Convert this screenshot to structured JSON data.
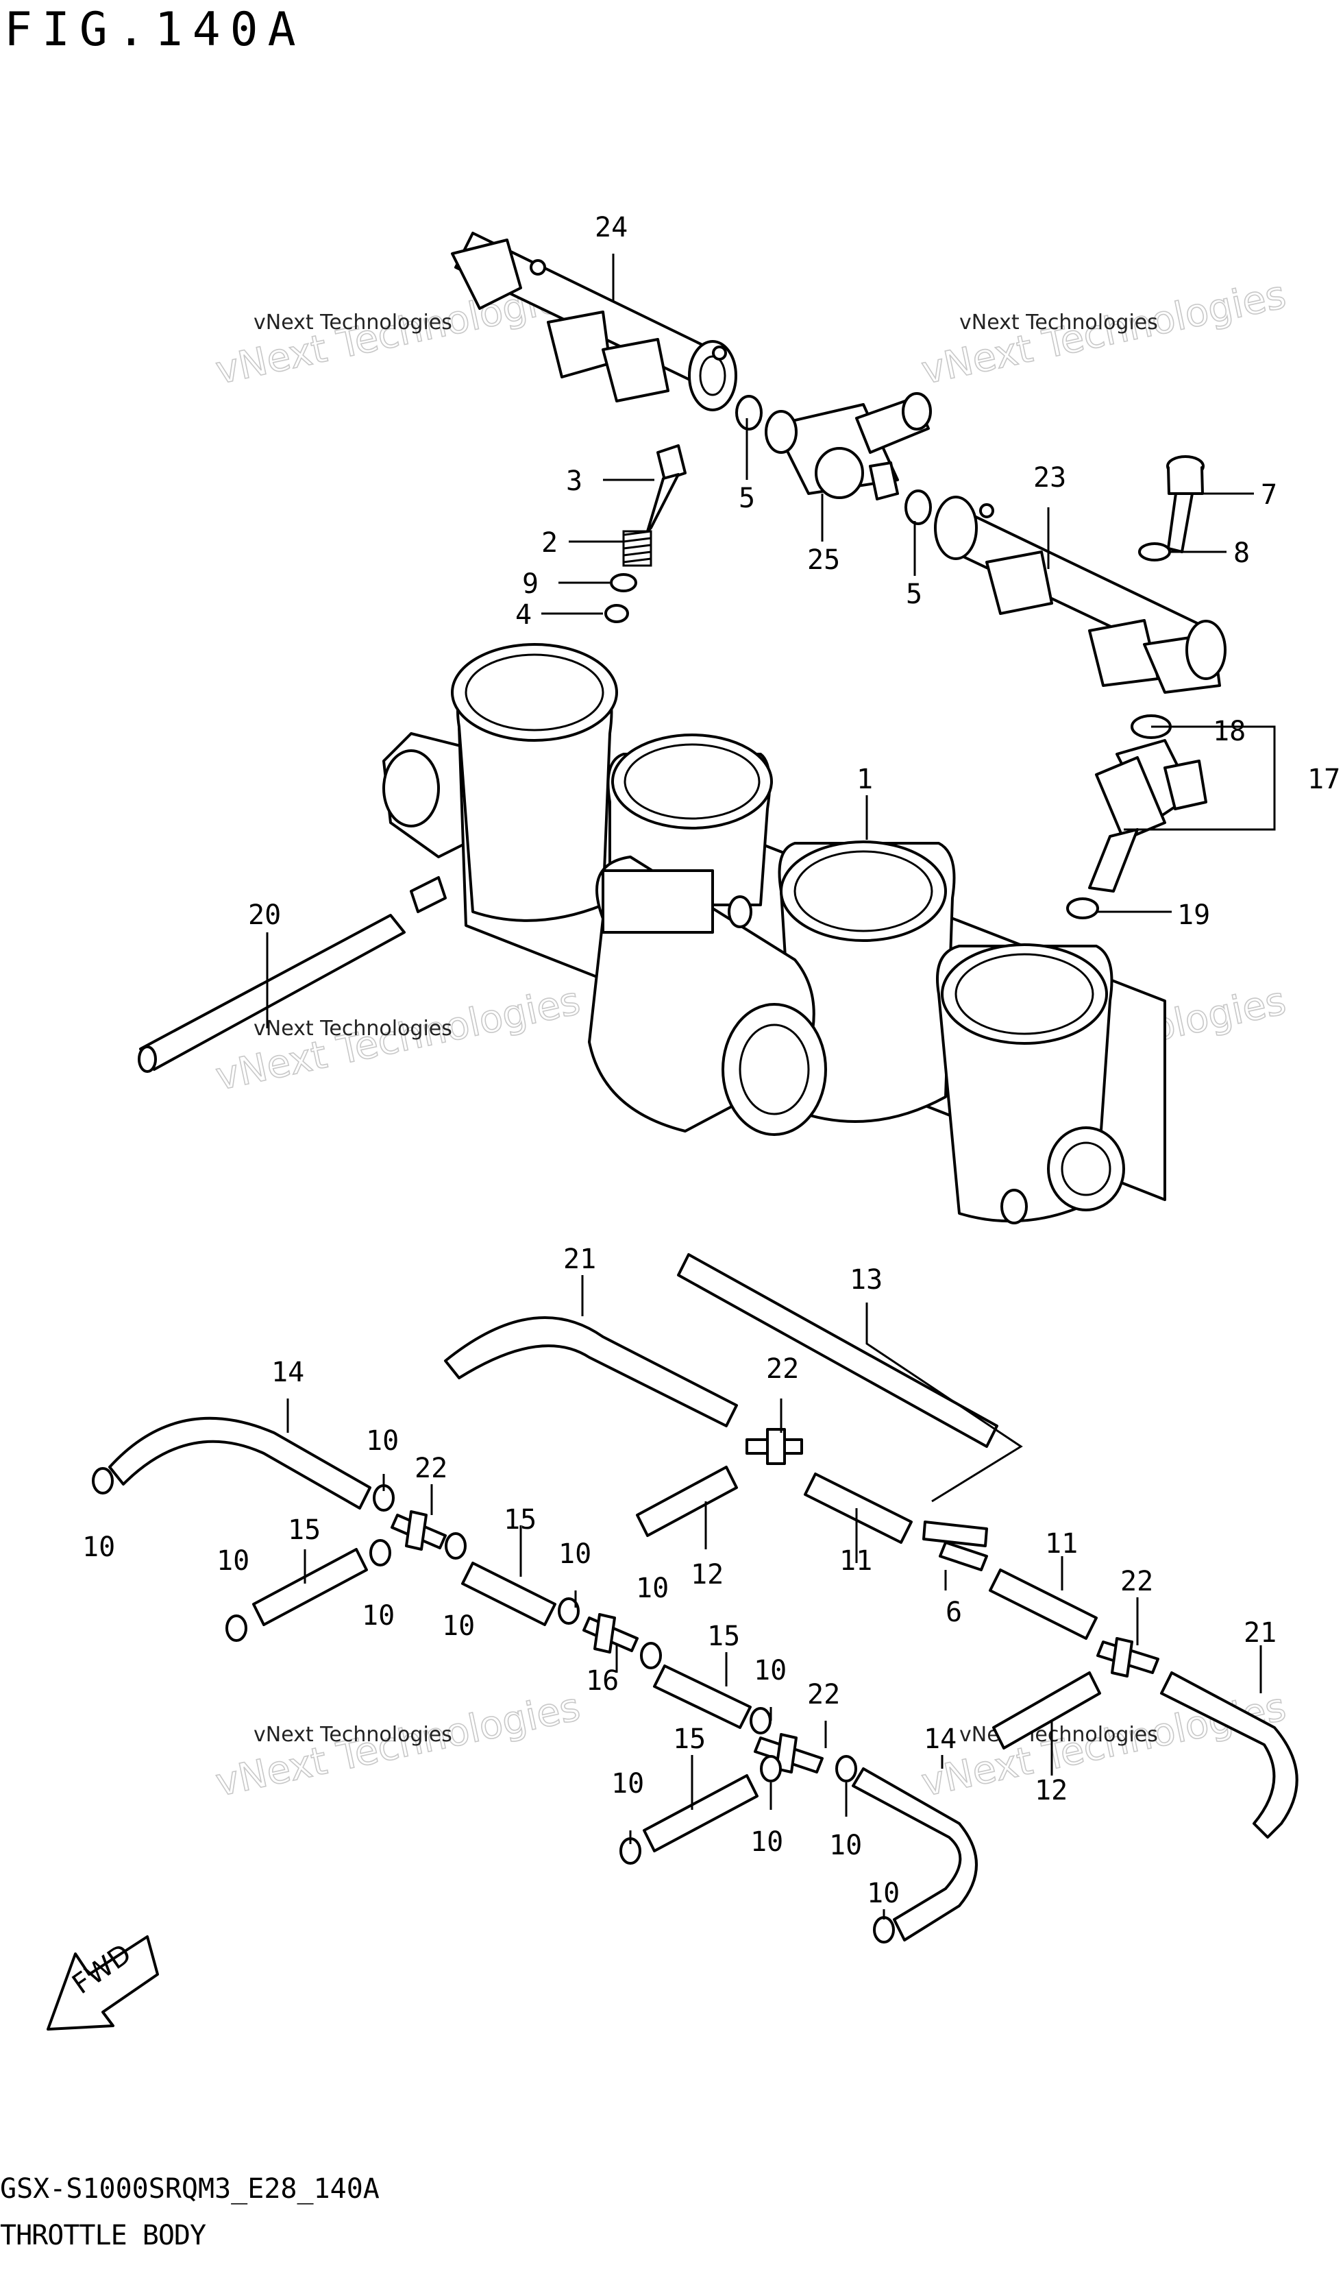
{
  "figure": {
    "title": "FIG.140A",
    "model_code": "GSX-S1000SRQM3_E28_140A",
    "section_name": "THROTTLE BODY"
  },
  "watermark": {
    "line1": "vNext Technologies",
    "line2": "vNext Technologies"
  },
  "fwd_label": "FWD",
  "callouts": {
    "c1": "1",
    "c2": "2",
    "c3": "3",
    "c4": "4",
    "c5a": "5",
    "c5b": "5",
    "c6": "6",
    "c7": "7",
    "c8": "8",
    "c9": "9",
    "c10a": "10",
    "c10b": "10",
    "c10c": "10",
    "c10d": "10",
    "c10e": "10",
    "c10f": "10",
    "c10g": "10",
    "c10h": "10",
    "c10i": "10",
    "c10j": "10",
    "c10k": "10",
    "c10l": "10",
    "c11a": "11",
    "c11b": "11",
    "c12a": "12",
    "c12b": "12",
    "c13": "13",
    "c14a": "14",
    "c14b": "14",
    "c15a": "15",
    "c15b": "15",
    "c15c": "15",
    "c15d": "15",
    "c16": "16",
    "c17": "17",
    "c18": "18",
    "c19": "19",
    "c20": "20",
    "c21a": "21",
    "c21b": "21",
    "c22a": "22",
    "c22b": "22",
    "c22c": "22",
    "c22d": "22",
    "c23": "23",
    "c24": "24",
    "c25": "25"
  }
}
